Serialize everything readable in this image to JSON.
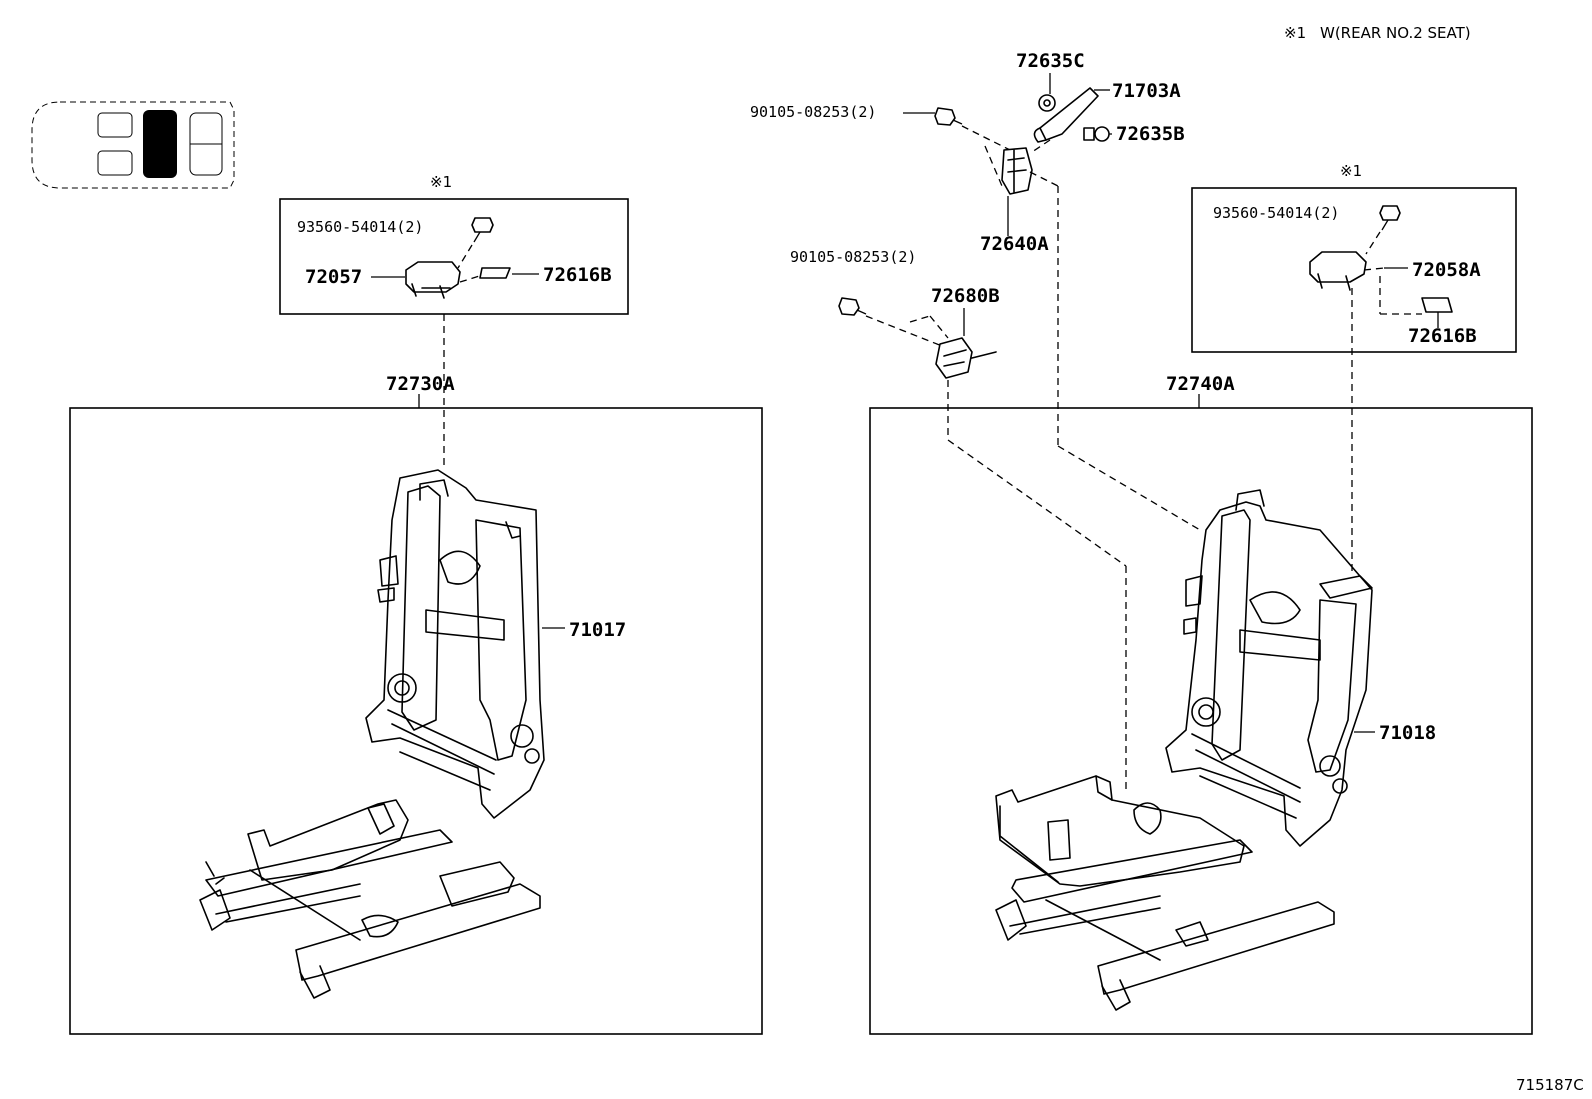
{
  "note": {
    "symbol": "※1",
    "text": "W(REAR NO.2 SEAT)"
  },
  "illustration_code": "715187C",
  "left_assembly": {
    "assembly_label": "72730A",
    "inset_marker": "※1",
    "inset_parts": {
      "bolt": "93560-54014(2)",
      "cover": "72057",
      "pad": "72616B"
    },
    "frame_label": "71017"
  },
  "right_assembly": {
    "assembly_label": "72740A",
    "inset_marker": "※1",
    "inset_parts": {
      "bolt": "93560-54014(2)",
      "cover": "72058A",
      "pad": "72616B"
    },
    "frame_label": "71018"
  },
  "loose_parts": {
    "upper_bolt": "90105-08253(2)",
    "cap": "72635C",
    "bracket": "71703A",
    "nut": "72635B",
    "upper_lock": "72640A",
    "lower_bolt": "90105-08253(2)",
    "lower_lock": "72680B"
  }
}
